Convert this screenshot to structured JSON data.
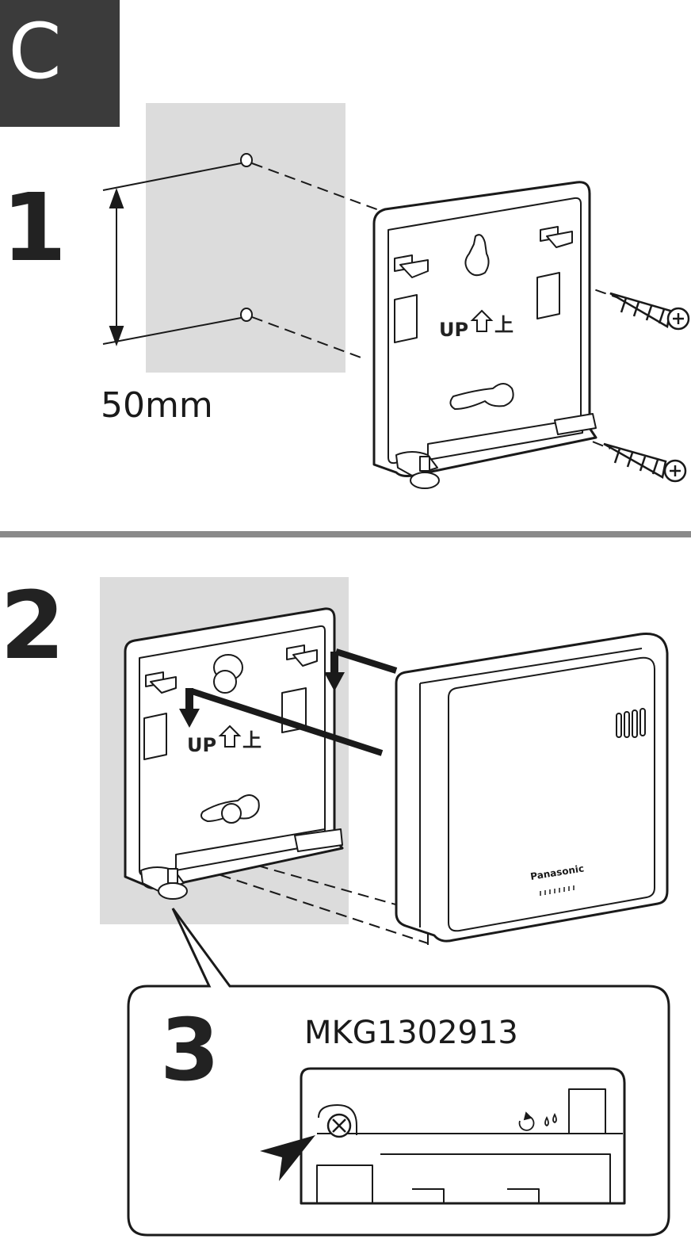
{
  "section_letter": "C",
  "steps": {
    "step1": "1",
    "step2": "2",
    "step3": "3"
  },
  "dimension_label": "50mm",
  "model_number": "MKG1302913",
  "orientation_label": "UP",
  "orientation_kanji": "上",
  "brand_name": "Panasonic",
  "colors": {
    "header_box": "#3b3b3b",
    "divider": "#8a8a8a",
    "wall": "#dcdcdc",
    "line": "#1a1a1a"
  }
}
